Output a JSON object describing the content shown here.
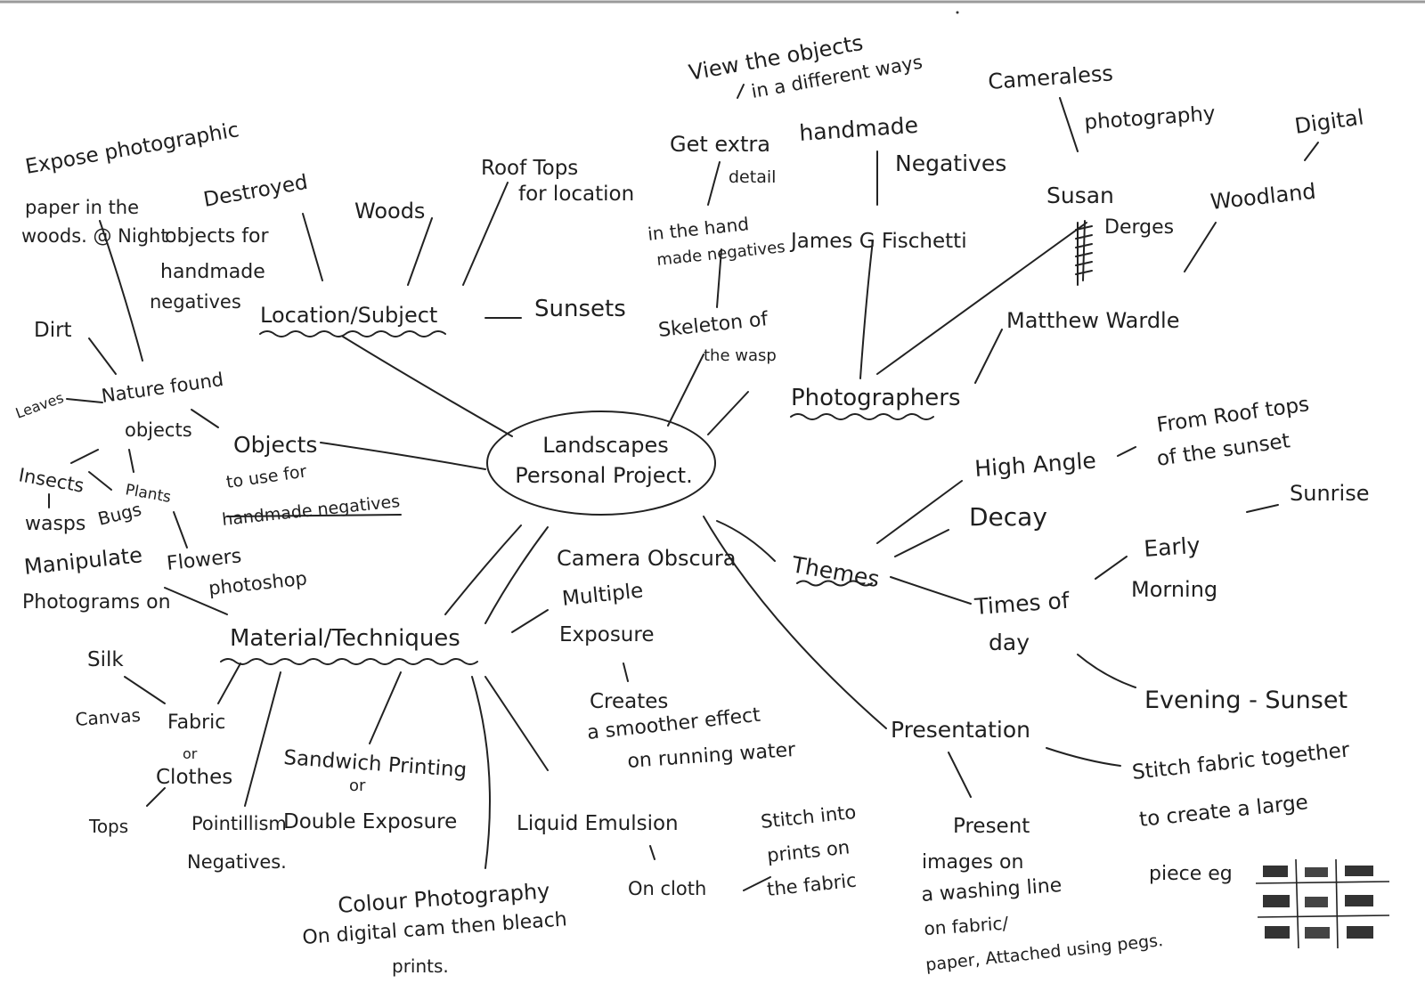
{
  "center": [
    "Landscapes",
    "Personal Project."
  ],
  "branches": {
    "location": "Location/Subject",
    "photographers": "Photographers",
    "objects": [
      "Objects",
      "to use for",
      "handmade negatives"
    ],
    "themes": "Themes",
    "materials": "Material/Techniques",
    "presentation": "Presentation"
  },
  "location": {
    "expose": [
      "Expose photographic",
      "paper in the",
      "woods. @ Night"
    ],
    "destroyed": [
      "Destroyed",
      "objects for",
      "handmade",
      "negatives"
    ],
    "woods": "Woods",
    "rooftops": [
      "Roof Tops",
      "for location"
    ],
    "sunsets": "Sunsets"
  },
  "photographers": {
    "view": [
      "View the objects",
      "in a different ways"
    ],
    "get_extra": [
      "Get extra",
      "detail"
    ],
    "in_hand": [
      "in the hand",
      "made negatives"
    ],
    "handmade": [
      "handmade",
      "Negatives"
    ],
    "james": "James G Fischetti",
    "cameraless": [
      "Cameraless",
      "photography"
    ],
    "digital": "Digital",
    "susan": [
      "Susan",
      "Derges"
    ],
    "woodland": "Woodland",
    "matthew": "Matthew Wardle",
    "skeleton": [
      "Skeleton of",
      "the wasp"
    ]
  },
  "objects": {
    "dirt": "Dirt",
    "leaves": "Leaves",
    "nature": [
      "Nature found",
      "objects"
    ],
    "insects": "Insects",
    "plants": "Plants",
    "wasps": "wasps",
    "bugs": "Bugs",
    "flowers": "Flowers"
  },
  "themes": {
    "high_angle": "High Angle",
    "rooftops_sunset": [
      "From Roof tops",
      "of the sunset"
    ],
    "decay": "Decay",
    "times_of_day": [
      "Times of",
      "day"
    ],
    "early_morning": [
      "Early",
      "Morning"
    ],
    "sunrise": "Sunrise",
    "evening_sunset": "Evening - Sunset"
  },
  "materials": {
    "manipulate": "Manipulate",
    "photograms": "Photograms on",
    "photoshop": "photoshop",
    "silk": "Silk",
    "canvas": "Canvas",
    "fabric": [
      "Fabric",
      "or",
      "Clothes"
    ],
    "tops": "Tops",
    "pointillism": [
      "Pointillism",
      "Negatives."
    ],
    "sandwich": [
      "Sandwich Printing",
      "or",
      "Double Exposure"
    ],
    "colour": [
      "Colour Photography",
      "On digital cam then bleach",
      "prints."
    ],
    "liquid": "Liquid Emulsion",
    "on_cloth": "On cloth",
    "stitch_into": [
      "Stitch into",
      "prints on",
      "the fabric"
    ],
    "camera_obscura": "Camera Obscura",
    "multiple": [
      "Multiple",
      "Exposure"
    ],
    "creates": [
      "Creates",
      "a smoother effect",
      "on running water"
    ]
  },
  "presentation": {
    "present": [
      "Present",
      "images on",
      "a washing line",
      "on fabric/",
      "paper, Attached using pegs."
    ],
    "stitch_fabric": [
      "Stitch fabric together",
      "to create a large",
      "piece eg"
    ]
  }
}
